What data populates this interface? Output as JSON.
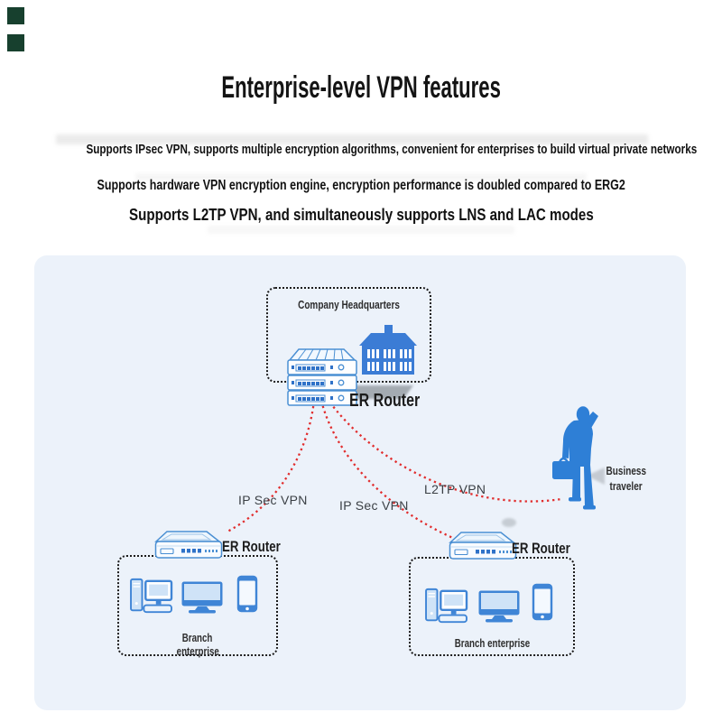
{
  "page": {
    "title": "Enterprise-level VPN features"
  },
  "features": [
    "Supports IPsec VPN, supports multiple encryption algorithms, convenient for enterprises to build virtual private networks",
    "Supports hardware VPN encryption engine, encryption performance is doubled compared to ERG2",
    "Supports L2TP VPN, and simultaneously supports LNS and LAC modes"
  ],
  "diagram": {
    "headquarters": {
      "label": "Company Headquarters",
      "router": "ER Router"
    },
    "branch_left": {
      "router": "ER Router",
      "label_lines": [
        "Branch",
        "enterprise"
      ]
    },
    "branch_right": {
      "router": "ER Router",
      "label": "Branch enterprise"
    },
    "traveler": {
      "label_lines": [
        "Business",
        "traveler"
      ]
    },
    "connections": [
      {
        "label": "IP Sec VPN",
        "type": "ipsec",
        "from": "headquarters",
        "to": "branch_left"
      },
      {
        "label": "IP Sec VPN",
        "type": "ipsec",
        "from": "headquarters",
        "to": "branch_right"
      },
      {
        "label": "L2TP VPN",
        "type": "l2tp",
        "from": "headquarters",
        "to": "traveler"
      }
    ],
    "icons": [
      "building-icon",
      "rack-router-icon",
      "desktop-router-icon",
      "desktop-pc-icon",
      "monitor-icon",
      "smartphone-icon",
      "business-traveler-icon"
    ],
    "colors": {
      "device_blue": "#3f85d6",
      "deep_blue": "#2e7fd6",
      "line_red": "#e12d2d",
      "panel_bg": "#ecf2fa",
      "border_dark": "#1c1c1c"
    }
  }
}
